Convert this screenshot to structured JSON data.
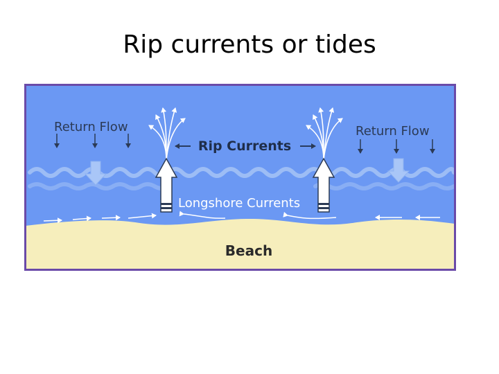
{
  "slide": {
    "title": "Rip currents or tides"
  },
  "diagram": {
    "labels": {
      "return_flow_left": "Return Flow",
      "return_flow_right": "Return Flow",
      "rip_currents": "Rip Currents",
      "longshore_currents": "Longshore Currents",
      "beach": "Beach"
    },
    "colors": {
      "frame": "#6a4aa8",
      "water": "#6b98f3",
      "wave": "#9dbdf5",
      "sand": "#f6eebc",
      "arrow_outline": "#2b3a55"
    }
  }
}
